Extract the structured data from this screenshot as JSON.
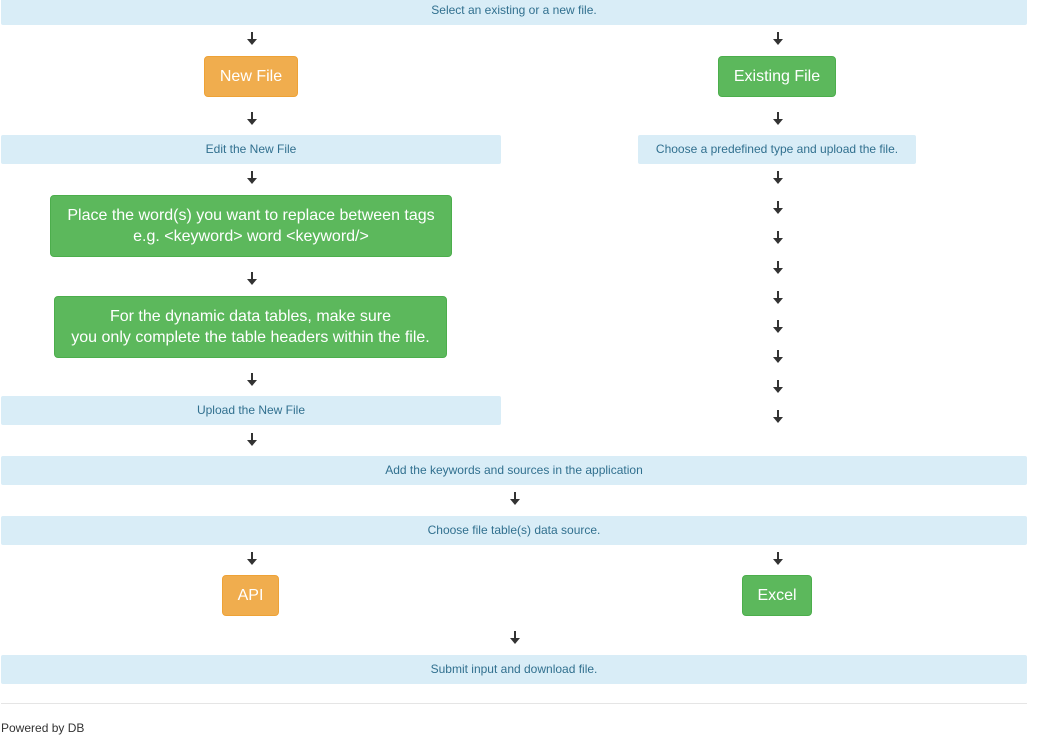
{
  "steps": {
    "select_file": "Select an existing or a new file.",
    "edit_new_file": "Edit the New File",
    "choose_predefined": "Choose a predefined type and upload the file.",
    "upload_new_file": "Upload the New File",
    "add_keywords": "Add the keywords and sources in the application",
    "choose_data_source": "Choose file table(s) data source.",
    "submit_download": "Submit input and download file."
  },
  "buttons": {
    "new_file": "New File",
    "existing_file": "Existing File",
    "api": "API",
    "excel": "Excel"
  },
  "instructions": {
    "replace_tags": {
      "line1": "Place the word(s) you want to replace between tags",
      "line2": "e.g. <keyword> word <keyword/>"
    },
    "dynamic_tables": {
      "line1": "For the dynamic data tables, make sure",
      "line2": "you only complete the table headers within the file."
    }
  },
  "footer": {
    "text": "Powered by DB"
  },
  "colors": {
    "info_bg": "#d9edf7",
    "info_text": "#31708f",
    "warning": "#f0ad4e",
    "success": "#5cb85c",
    "arrow": "#333333"
  }
}
